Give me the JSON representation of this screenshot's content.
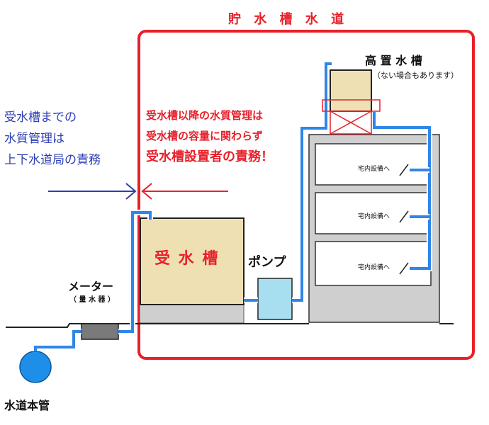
{
  "title": "貯 水 槽 水 道",
  "elevated_tank": {
    "label": "高 置 水 槽",
    "note": "（ない場合もあります）"
  },
  "left_note": {
    "lines": [
      "受水槽までの",
      "水質管理は",
      "上下水道局の責務"
    ]
  },
  "right_note": {
    "lines": [
      "受水槽以降の水質管理は",
      "受水槽の容量に関わらず"
    ],
    "emphasis": "受水槽設置者の責務！"
  },
  "receiving_tank": {
    "label": "受 水 槽"
  },
  "pump": {
    "label": "ポンプ"
  },
  "meter": {
    "label": "メーター",
    "sub": "（ 量 水 器 ）"
  },
  "floors": [
    {
      "label": "宅内設備へ"
    },
    {
      "label": "宅内設備へ"
    },
    {
      "label": "宅内設備へ"
    }
  ],
  "main_pipe": {
    "label": "水道本管"
  },
  "colors": {
    "red": "#e8202a",
    "blue_text": "#2e3eb5",
    "pipe": "#2f86e8",
    "tank_fill": "#efe0b4",
    "building_fill": "#cfcfcf",
    "pump_fill": "#a8dff0",
    "meter_fill": "#7a7a7a",
    "main_pipe_fill": "#1e8fe8"
  }
}
